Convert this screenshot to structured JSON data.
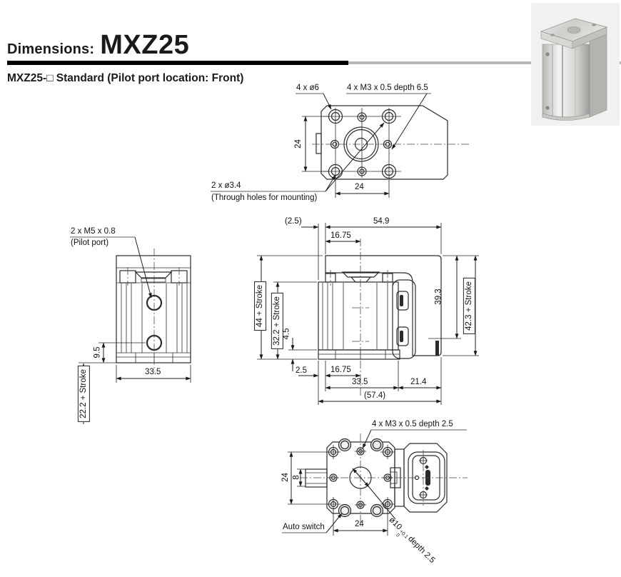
{
  "header": {
    "title_prefix": "Dimensions:",
    "title_model": "MXZ25",
    "subtitle": "MXZ25-□ Standard (Pilot port location: Front)"
  },
  "views": {
    "top": {
      "labels": {
        "counterbore": "4 x ø6",
        "tapped": "4 x M3 x 0.5 depth 6.5",
        "through": "2 x ø3.4",
        "through_note": "(Through holes for mounting)"
      },
      "dims": {
        "pitch_v": "24",
        "pitch_h": "24"
      }
    },
    "side": {
      "labels": {
        "pilot_port": "2 x M5 x 0.8",
        "pilot_port_note": "(Pilot port)"
      },
      "dims": {
        "port_offset": "9.5",
        "width": "33.5",
        "height_stroke": "22.2 + Stroke"
      }
    },
    "front": {
      "dims": {
        "offset_top": "(2.5)",
        "width_top": "54.9",
        "port_top": "16.75",
        "height_total": "44 + Stroke",
        "height_body": "32.2 + Stroke",
        "plate": "4.5",
        "bracket_height": "39.3",
        "bracket_height_stroke": "42.3 + Stroke",
        "offset_bottom": "2.5",
        "port_bottom": "16.75",
        "width_body": "33.5",
        "width_bracket": "21.4",
        "width_total": "(57.4)"
      }
    },
    "bottom": {
      "labels": {
        "tapped": "4 x M3 x 0.5 depth 2.5",
        "auto_switch": "Auto switch",
        "bore_dia": "ø10",
        "bore_tol_plus": "+0.1",
        "bore_tol_zero": "0",
        "bore_depth": "depth 2.5"
      },
      "dims": {
        "pitch_v": "24",
        "tab_width": "8",
        "pitch_h": "24"
      }
    }
  },
  "colors": {
    "line": "#2b2b2b",
    "metal_fill": "#eaeaea",
    "light_fill": "#f1f1f0",
    "rule_black": "#000000",
    "rule_gray": "#b6b6b6",
    "photo_bg": "#f2f1ef"
  }
}
